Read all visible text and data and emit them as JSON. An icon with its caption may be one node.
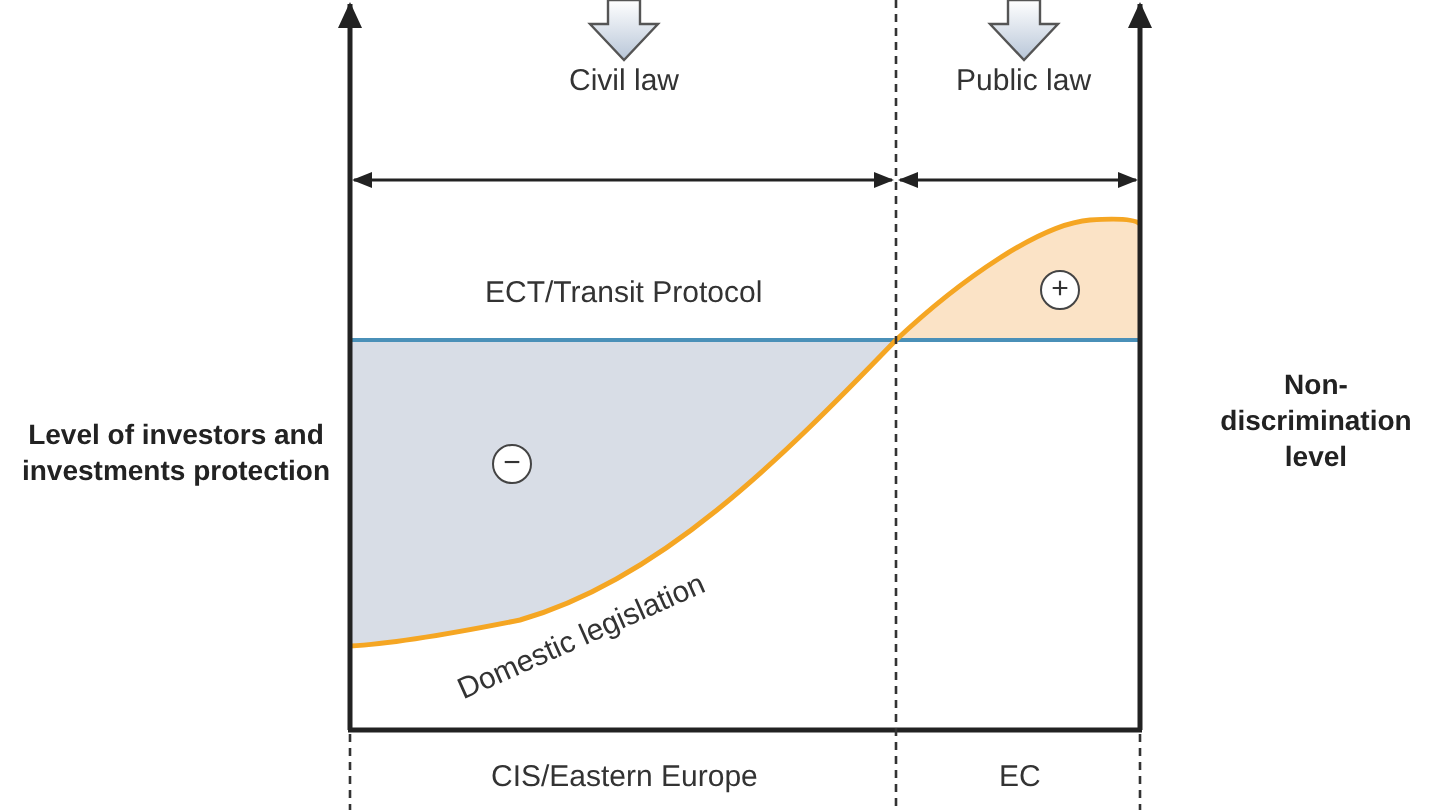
{
  "diagram": {
    "labels": [
      "Civil law",
      "Public law",
      "ECT/Transit Protocol",
      "Level of investors and investments protection",
      "Non-discrimination level",
      "+",
      "−",
      "Domestic legislation",
      "CIS/Eastern Europe",
      "EC"
    ]
  }
}
